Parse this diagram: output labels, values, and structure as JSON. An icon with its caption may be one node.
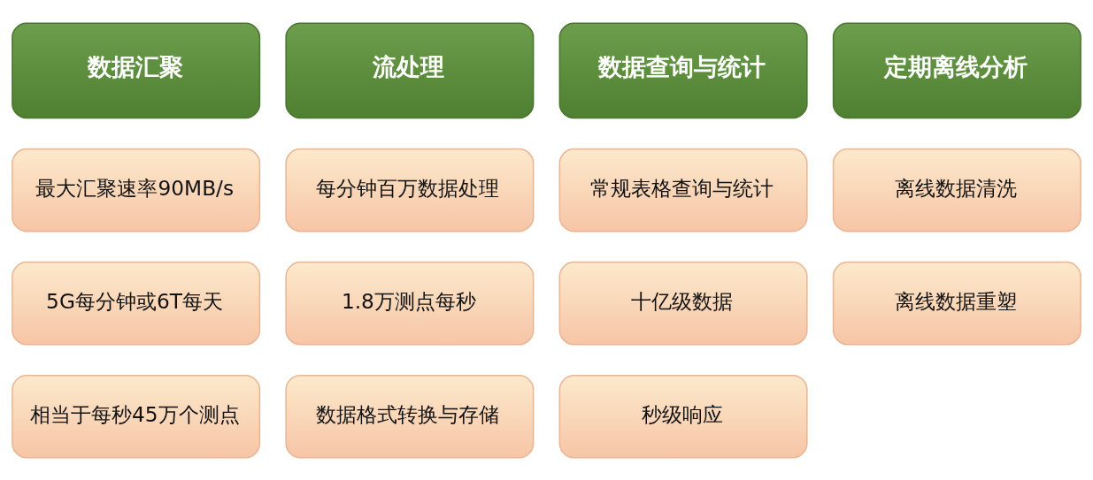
{
  "diagram": {
    "nodes": [
      {
        "text": [
          "数据汇聚"
        ]
      },
      {
        "text": [
          "流处理"
        ]
      },
      {
        "text": [
          "数据查询与统计"
        ]
      },
      {
        "text": [
          "定期离线分析"
        ]
      },
      {
        "text": [
          "最大汇聚速率90MB/s"
        ]
      },
      {
        "text": [
          "每分钟百万数据处理"
        ]
      },
      {
        "text": [
          "常规表格查询与统计"
        ]
      },
      {
        "text": [
          "离线数据清洗"
        ]
      },
      {
        "text": [
          "5G每分钟或6T每天"
        ]
      },
      {
        "text": [
          "1.8万测点每秒"
        ]
      },
      {
        "text": [
          "十亿级数据"
        ]
      },
      {
        "text": [
          "离线数据重塑"
        ]
      },
      {
        "text": [
          "相当于每秒45万个测点"
        ]
      },
      {
        "text": [
          "数据格式转换与存储"
        ]
      },
      {
        "text": [
          "秒级响应"
        ]
      }
    ]
  }
}
